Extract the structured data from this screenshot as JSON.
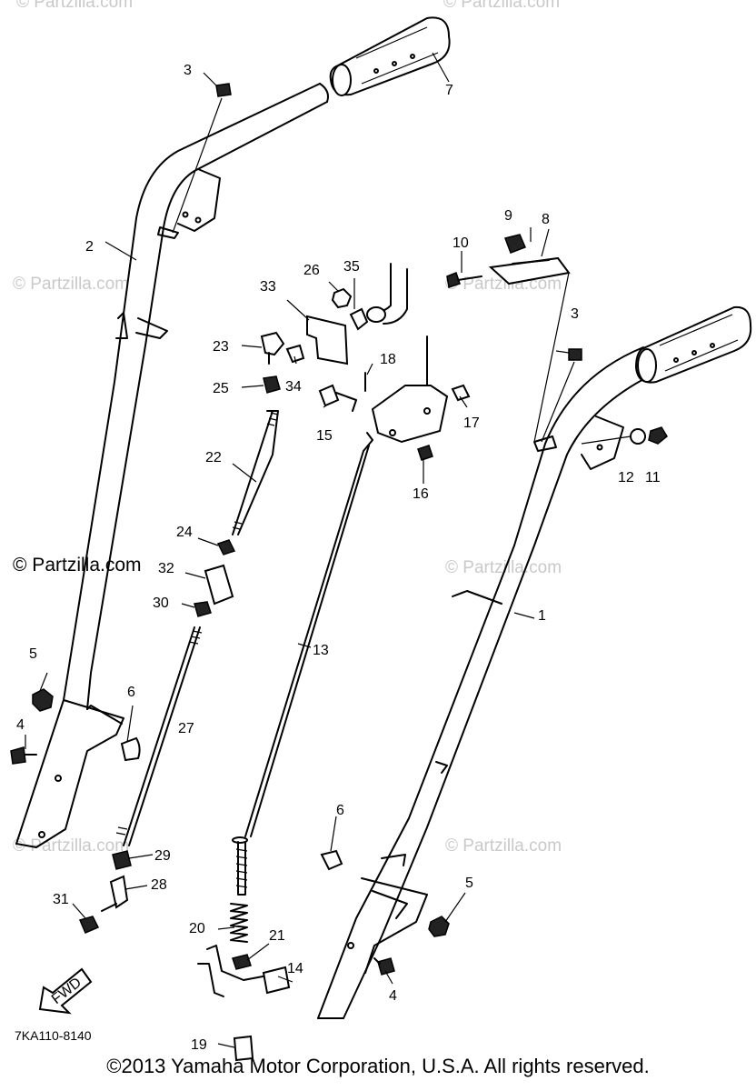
{
  "watermarks": {
    "top_left": "© Partzilla.com",
    "top_right": "© Partzilla.com",
    "mid_left": "© Partzilla.com",
    "mid_right": "© Partzilla.com",
    "center_left": "© Partzilla.com",
    "center_right": "© Partzilla.com",
    "lower_left": "© Partzilla.com",
    "lower_right": "© Partzilla.com"
  },
  "part_labels": {
    "p1": "1",
    "p2": "2",
    "p3a": "3",
    "p3b": "3",
    "p4a": "4",
    "p4b": "4",
    "p5a": "5",
    "p5b": "5",
    "p6a": "6",
    "p6b": "6",
    "p7": "7",
    "p8": "8",
    "p9": "9",
    "p10": "10",
    "p11": "11",
    "p12": "12",
    "p13": "13",
    "p14": "14",
    "p15": "15",
    "p16": "16",
    "p17": "17",
    "p18": "18",
    "p19": "19",
    "p20": "20",
    "p21": "21",
    "p22": "22",
    "p23": "23",
    "p24": "24",
    "p25": "25",
    "p26": "26",
    "p27": "27",
    "p28": "28",
    "p29": "29",
    "p30": "30",
    "p31": "31",
    "p32": "32",
    "p33": "33",
    "p34": "34",
    "p35": "35"
  },
  "fwd_label": "FWD",
  "diagram_code": "7KA110-8140",
  "copyright": "©2013  Yamaha Motor Corporation, U.S.A. All rights reserved."
}
